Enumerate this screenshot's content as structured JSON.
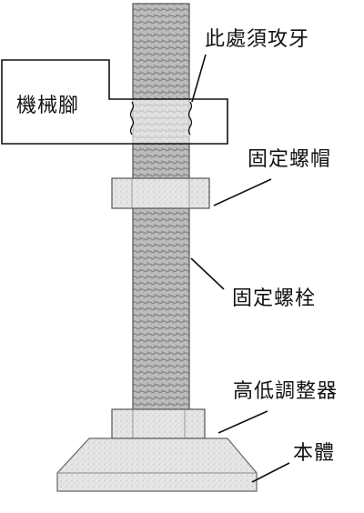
{
  "labels": {
    "thread_note": "此處須攻牙",
    "machine_foot": "機械腳",
    "lock_nut": "固定螺帽",
    "bolt": "固定螺栓",
    "adjuster": "高低調整器",
    "base": "本體"
  },
  "colors": {
    "outline": "#222222",
    "thread_fill": "#b9b9b9",
    "part_fill": "#e4e4e4"
  }
}
